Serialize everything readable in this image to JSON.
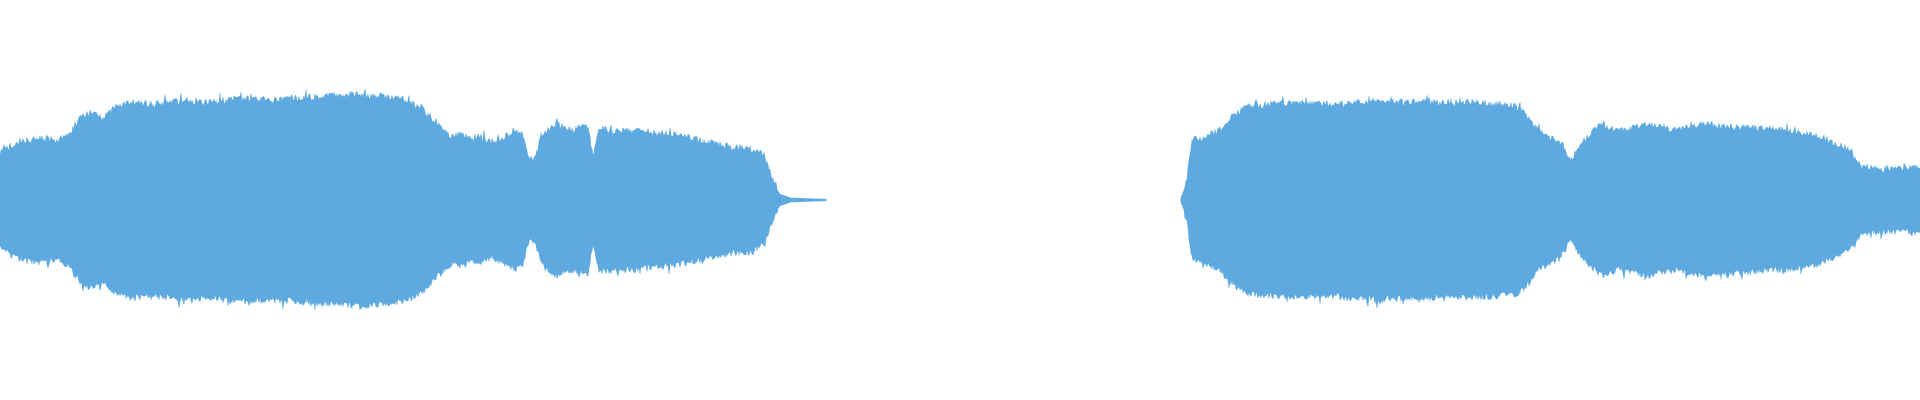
{
  "waveform": {
    "color": "#5DA9E0",
    "background": "#FFFFFF",
    "duration_fraction_regions": [
      {
        "name": "segment-1",
        "start": 0.0,
        "end": 0.43,
        "envelope": [
          [
            0.0,
            0.22
          ],
          [
            0.01,
            0.27
          ],
          [
            0.02,
            0.29
          ],
          [
            0.03,
            0.28
          ],
          [
            0.036,
            0.31
          ],
          [
            0.042,
            0.4
          ],
          [
            0.048,
            0.42
          ],
          [
            0.054,
            0.39
          ],
          [
            0.06,
            0.45
          ],
          [
            0.068,
            0.47
          ],
          [
            0.08,
            0.46
          ],
          [
            0.095,
            0.48
          ],
          [
            0.11,
            0.47
          ],
          [
            0.125,
            0.49
          ],
          [
            0.14,
            0.48
          ],
          [
            0.155,
            0.49
          ],
          [
            0.17,
            0.5
          ],
          [
            0.185,
            0.51
          ],
          [
            0.2,
            0.5
          ],
          [
            0.212,
            0.48
          ],
          [
            0.22,
            0.44
          ],
          [
            0.226,
            0.38
          ],
          [
            0.23,
            0.34
          ],
          [
            0.235,
            0.3
          ],
          [
            0.24,
            0.31
          ],
          [
            0.245,
            0.29
          ],
          [
            0.25,
            0.3
          ],
          [
            0.256,
            0.27
          ],
          [
            0.262,
            0.29
          ],
          [
            0.268,
            0.33
          ],
          [
            0.272,
            0.31
          ],
          [
            0.276,
            0.18
          ],
          [
            0.279,
            0.2
          ],
          [
            0.282,
            0.31
          ],
          [
            0.29,
            0.36
          ],
          [
            0.297,
            0.33
          ],
          [
            0.302,
            0.34
          ],
          [
            0.306,
            0.36
          ],
          [
            0.309,
            0.2
          ],
          [
            0.312,
            0.34
          ],
          [
            0.32,
            0.33
          ],
          [
            0.33,
            0.33
          ],
          [
            0.34,
            0.32
          ],
          [
            0.35,
            0.31
          ],
          [
            0.36,
            0.29
          ],
          [
            0.37,
            0.27
          ],
          [
            0.38,
            0.25
          ],
          [
            0.39,
            0.24
          ],
          [
            0.398,
            0.21
          ],
          [
            0.402,
            0.1
          ],
          [
            0.406,
            0.03
          ],
          [
            0.412,
            0.01
          ],
          [
            0.43,
            0.004
          ]
        ]
      },
      {
        "name": "segment-2",
        "start": 0.615,
        "end": 1.0,
        "envelope": [
          [
            0.615,
            0.01
          ],
          [
            0.618,
            0.08
          ],
          [
            0.621,
            0.28
          ],
          [
            0.628,
            0.3
          ],
          [
            0.635,
            0.33
          ],
          [
            0.642,
            0.4
          ],
          [
            0.65,
            0.45
          ],
          [
            0.66,
            0.46
          ],
          [
            0.675,
            0.47
          ],
          [
            0.69,
            0.46
          ],
          [
            0.705,
            0.47
          ],
          [
            0.72,
            0.48
          ],
          [
            0.735,
            0.47
          ],
          [
            0.75,
            0.47
          ],
          [
            0.765,
            0.47
          ],
          [
            0.78,
            0.46
          ],
          [
            0.79,
            0.45
          ],
          [
            0.796,
            0.4
          ],
          [
            0.801,
            0.33
          ],
          [
            0.806,
            0.3
          ],
          [
            0.812,
            0.28
          ],
          [
            0.818,
            0.18
          ],
          [
            0.822,
            0.24
          ],
          [
            0.828,
            0.31
          ],
          [
            0.834,
            0.36
          ],
          [
            0.842,
            0.33
          ],
          [
            0.85,
            0.34
          ],
          [
            0.858,
            0.36
          ],
          [
            0.866,
            0.34
          ],
          [
            0.874,
            0.33
          ],
          [
            0.88,
            0.35
          ],
          [
            0.888,
            0.36
          ],
          [
            0.9,
            0.35
          ],
          [
            0.915,
            0.34
          ],
          [
            0.93,
            0.33
          ],
          [
            0.945,
            0.31
          ],
          [
            0.955,
            0.27
          ],
          [
            0.962,
            0.24
          ],
          [
            0.97,
            0.15
          ],
          [
            0.98,
            0.14
          ],
          [
            0.99,
            0.14
          ],
          [
            1.0,
            0.15
          ]
        ]
      }
    ]
  }
}
